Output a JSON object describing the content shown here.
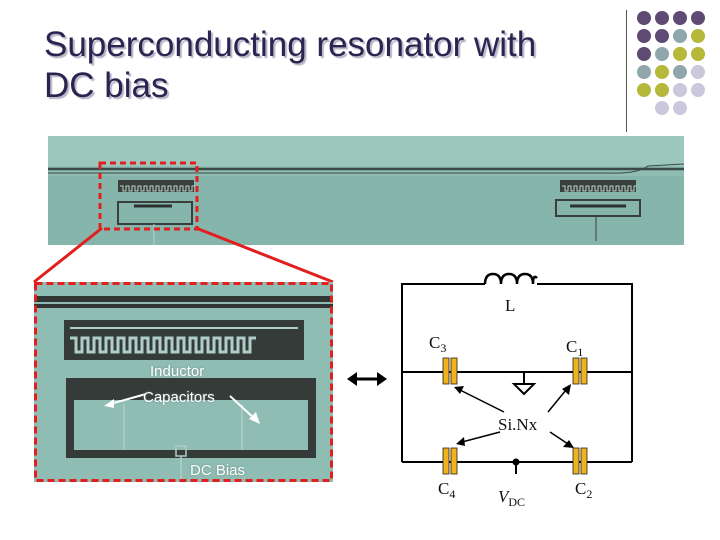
{
  "slide": {
    "title_line1": "Superconducting resonator with",
    "title_line2": "DC bias"
  },
  "micrograph_labels": {
    "inductor": "Inductor",
    "capacitors": "Capacitors",
    "dc_bias": "DC Bias"
  },
  "circuit": {
    "inductor": "L",
    "c3": "C",
    "c3_sub": "3",
    "c1": "C",
    "c1_sub": "1",
    "dielectric": "Si.Nx",
    "c4": "C",
    "c4_sub": "4",
    "vdc": "V",
    "vdc_sub": "DC",
    "c2": "C",
    "c2_sub": "2"
  },
  "colors": {
    "title": "#2a2550",
    "dot_purple": "#5e4a73",
    "dot_teal": "#8fa7ad",
    "dot_olive": "#b5b83a",
    "dot_lavender": "#c9c8dd",
    "zoom_frame": "#e11f1f",
    "capacitor": "#f2b21a",
    "chip_background": "#8fbdb3"
  }
}
